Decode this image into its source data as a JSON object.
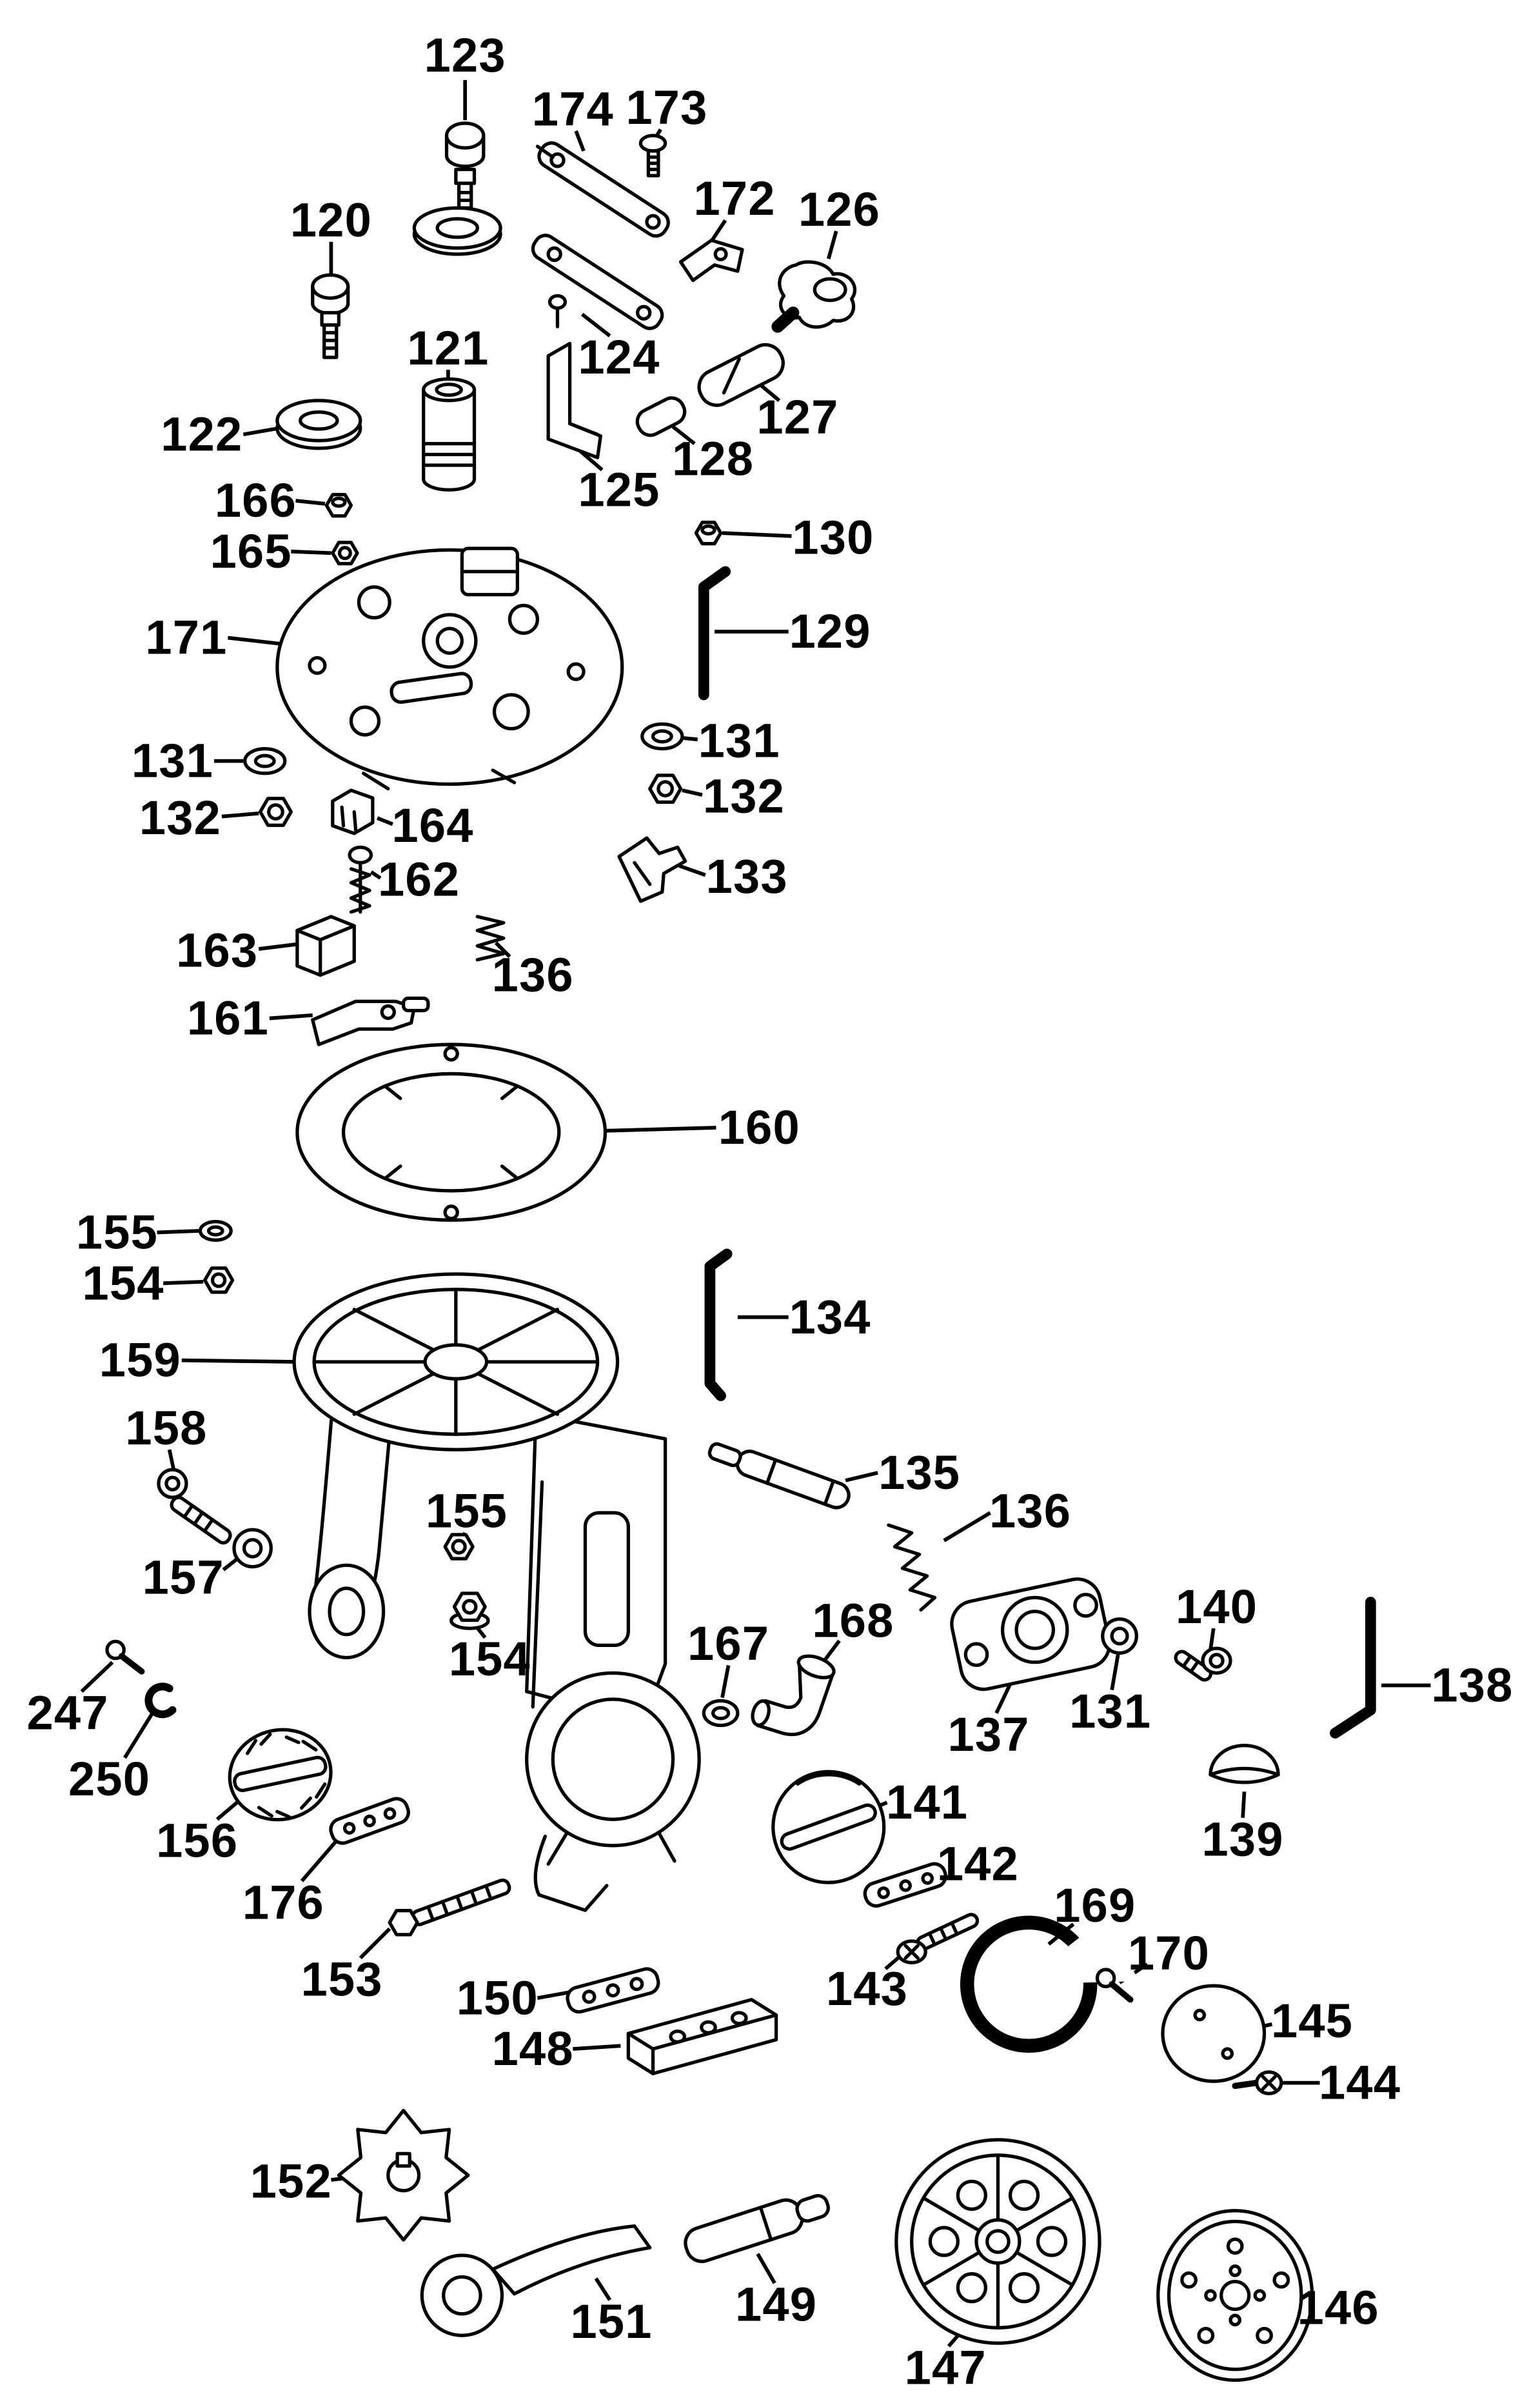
{
  "diagram": {
    "background_color": "#ffffff",
    "ink_color": "#000000"
  },
  "callouts": [
    {
      "label": "123"
    },
    {
      "label": "174"
    },
    {
      "label": "173"
    },
    {
      "label": "172"
    },
    {
      "label": "126"
    },
    {
      "label": "120"
    },
    {
      "label": "121"
    },
    {
      "label": "122"
    },
    {
      "label": "124"
    },
    {
      "label": "127"
    },
    {
      "label": "128"
    },
    {
      "label": "125"
    },
    {
      "label": "166"
    },
    {
      "label": "165"
    },
    {
      "label": "130"
    },
    {
      "label": "129"
    },
    {
      "label": "171"
    },
    {
      "label": "131"
    },
    {
      "label": "132"
    },
    {
      "label": "131"
    },
    {
      "label": "132"
    },
    {
      "label": "164"
    },
    {
      "label": "162"
    },
    {
      "label": "133"
    },
    {
      "label": "163"
    },
    {
      "label": "136"
    },
    {
      "label": "161"
    },
    {
      "label": "160"
    },
    {
      "label": "155"
    },
    {
      "label": "154"
    },
    {
      "label": "134"
    },
    {
      "label": "159"
    },
    {
      "label": "158"
    },
    {
      "label": "135"
    },
    {
      "label": "136"
    },
    {
      "label": "155"
    },
    {
      "label": "157"
    },
    {
      "label": "154"
    },
    {
      "label": "167"
    },
    {
      "label": "168"
    },
    {
      "label": "137"
    },
    {
      "label": "140"
    },
    {
      "label": "131"
    },
    {
      "label": "138"
    },
    {
      "label": "247"
    },
    {
      "label": "250"
    },
    {
      "label": "156"
    },
    {
      "label": "139"
    },
    {
      "label": "176"
    },
    {
      "label": "141"
    },
    {
      "label": "142"
    },
    {
      "label": "153"
    },
    {
      "label": "143"
    },
    {
      "label": "169"
    },
    {
      "label": "170"
    },
    {
      "label": "150"
    },
    {
      "label": "148"
    },
    {
      "label": "145"
    },
    {
      "label": "144"
    },
    {
      "label": "152"
    },
    {
      "label": "149"
    },
    {
      "label": "151"
    },
    {
      "label": "147"
    },
    {
      "label": "146"
    }
  ]
}
